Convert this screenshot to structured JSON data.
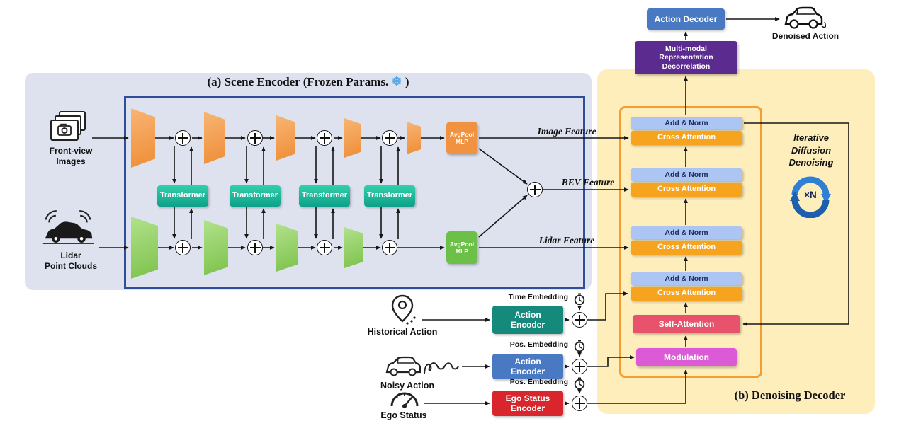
{
  "scene": {
    "title_prefix": "(a) Scene Encoder  (Frozen Params.",
    "frozen_icon": "❄",
    "title_suffix": ")",
    "front_view_label": "Front-view\nImages",
    "lidar_label": "Lidar\nPoint Clouds",
    "transformers": [
      "Transformer",
      "Transformer",
      "Transformer",
      "Transformer"
    ],
    "avgpool_image_label": "AvgPool\nMLP",
    "avgpool_lidar_label": "AvgPool\nMLP",
    "image_feature_label": "Image Feature",
    "bev_feature_label": "BEV Feature",
    "lidar_feature_label": "Lidar Feature"
  },
  "decoder": {
    "title": "(b) Denoising Decoder",
    "add_norm_labels": [
      "Add & Norm",
      "Add & Norm",
      "Add & Norm",
      "Add & Norm"
    ],
    "cross_attention_labels": [
      "Cross Attention",
      "Cross Attention",
      "Cross Attention",
      "Cross Attention"
    ],
    "self_attention_label": "Self-Attention",
    "modulation_label": "Modulation",
    "iterative_label": "Iterative\nDiffusion\nDenoising",
    "loop_count_label": "×N"
  },
  "output_head": {
    "decorrelation_label": "Multi-modal\nRepresentation\nDecorrelation",
    "action_decoder_label": "Action Decoder",
    "denoised_action_label": "Denoised Action"
  },
  "inputs": {
    "historical": {
      "caption": "Historical Action",
      "encoder_label": "Action\nEncoder",
      "embedding_label": "Time Embedding"
    },
    "noisy": {
      "caption": "Noisy Action",
      "encoder_label": "Action\nEncoder",
      "embedding_label": "Pos. Embedding"
    },
    "ego": {
      "caption": "Ego Status",
      "encoder_label": "Ego Status\nEncoder",
      "embedding_label": "Pos. Embedding"
    }
  },
  "colors": {
    "scene_panel": "#dde2ee",
    "decoder_panel": "#fdeebc",
    "navy_frame": "#2e4d9b",
    "orange_frame": "#f59e2f",
    "image_branch_orange": "#ee8d35",
    "lidar_branch_green": "#7cc24c",
    "transformer_teal": "#17b99a",
    "avgpool_image": "#f0923f",
    "avgpool_lidar": "#6cbf47",
    "add_norm": "#adc5f2",
    "cross_attention": "#f6a41f",
    "self_attention": "#e8536b",
    "modulation": "#dd5ad6",
    "decorrelation_purple": "#5b2b90",
    "action_decoder_blue": "#4a79c4",
    "action_encoder_teal": "#15897b",
    "ego_encoder_red": "#d8262c",
    "loop_blue_light": "#2f7fd6",
    "loop_blue_dark": "#1d5fae",
    "frozen_snowflake_blue": "#53a9e9"
  },
  "icons": {
    "frozen-icon": "❄",
    "front-view-images-icon": "photo-stack-camera",
    "lidar-car-icon": "car-with-signal-waves",
    "historical-pin-icon": "location-pin-trail",
    "noisy-car-icon": "car-outline",
    "noise-squiggle-icon": "squiggle-wave",
    "ego-speedometer-icon": "gauge-needle",
    "time-embedding-clock-icon": "clock",
    "pos-embedding-clock-icon": "clock",
    "diffusion-loop-icon": "circular-arrows",
    "denoised-car-icon": "car-outline"
  }
}
